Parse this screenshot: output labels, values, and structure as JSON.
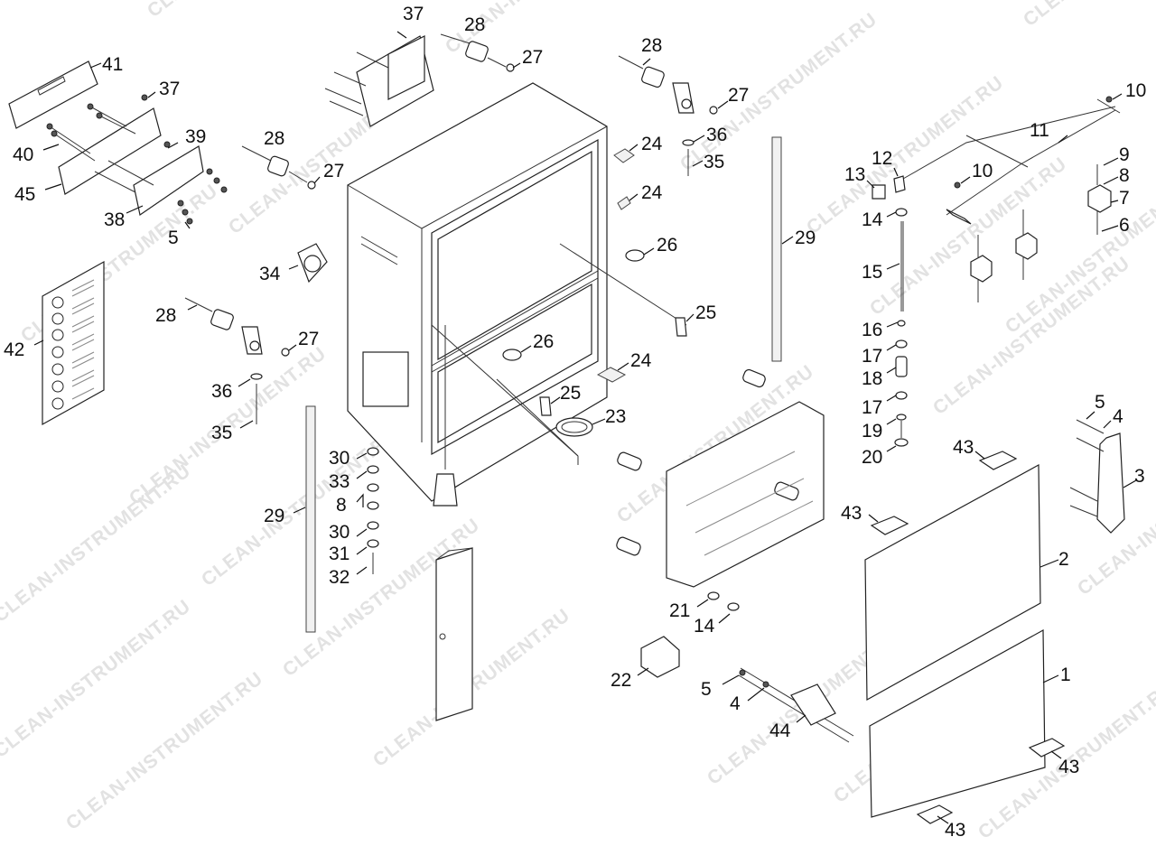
{
  "watermark": "CLEAN-INSTRUMENT.RU",
  "indicator_colors": [
    "#f2e316",
    "#f2a11c",
    "#d91c1c",
    "#27b23a",
    "#1f9a2e",
    "#1f56c2",
    "#ffffff"
  ],
  "callouts": {
    "c41": "41",
    "c37a": "37",
    "c40": "40",
    "c45": "45",
    "c39": "39",
    "c38": "38",
    "c5a": "5",
    "c37b": "37",
    "c28a": "28",
    "c27a": "27",
    "c28b": "28",
    "c27b": "27",
    "c28c": "28",
    "c27c": "27",
    "c36a": "36",
    "c35a": "35",
    "c24a": "24",
    "c24b": "24",
    "c10a": "10",
    "c11": "11",
    "c12": "12",
    "c13": "13",
    "c10b": "10",
    "c9": "9",
    "c8a": "8",
    "c7": "7",
    "c6": "6",
    "c14a": "14",
    "c15": "15",
    "c16": "16",
    "c17a": "17",
    "c18": "18",
    "c17b": "17",
    "c19": "19",
    "c20": "20",
    "c29a": "29",
    "c26a": "26",
    "c25a": "25",
    "c26b": "26",
    "c24c": "24",
    "c25b": "25",
    "c23": "23",
    "c34": "34",
    "c42": "42",
    "c28d": "28",
    "c27d": "27",
    "c36b": "36",
    "c35b": "35",
    "c29b": "29",
    "c30a": "30",
    "c33": "33",
    "c8b": "8",
    "c30b": "30",
    "c31": "31",
    "c32": "32",
    "c5b": "5",
    "c4a": "4",
    "c3": "3",
    "c43a": "43",
    "c43b": "43",
    "c2": "2",
    "c21": "21",
    "c14b": "14",
    "c22": "22",
    "c5c": "5",
    "c4b": "4",
    "c44": "44",
    "c1": "1",
    "c43c": "43",
    "c43d": "43"
  }
}
